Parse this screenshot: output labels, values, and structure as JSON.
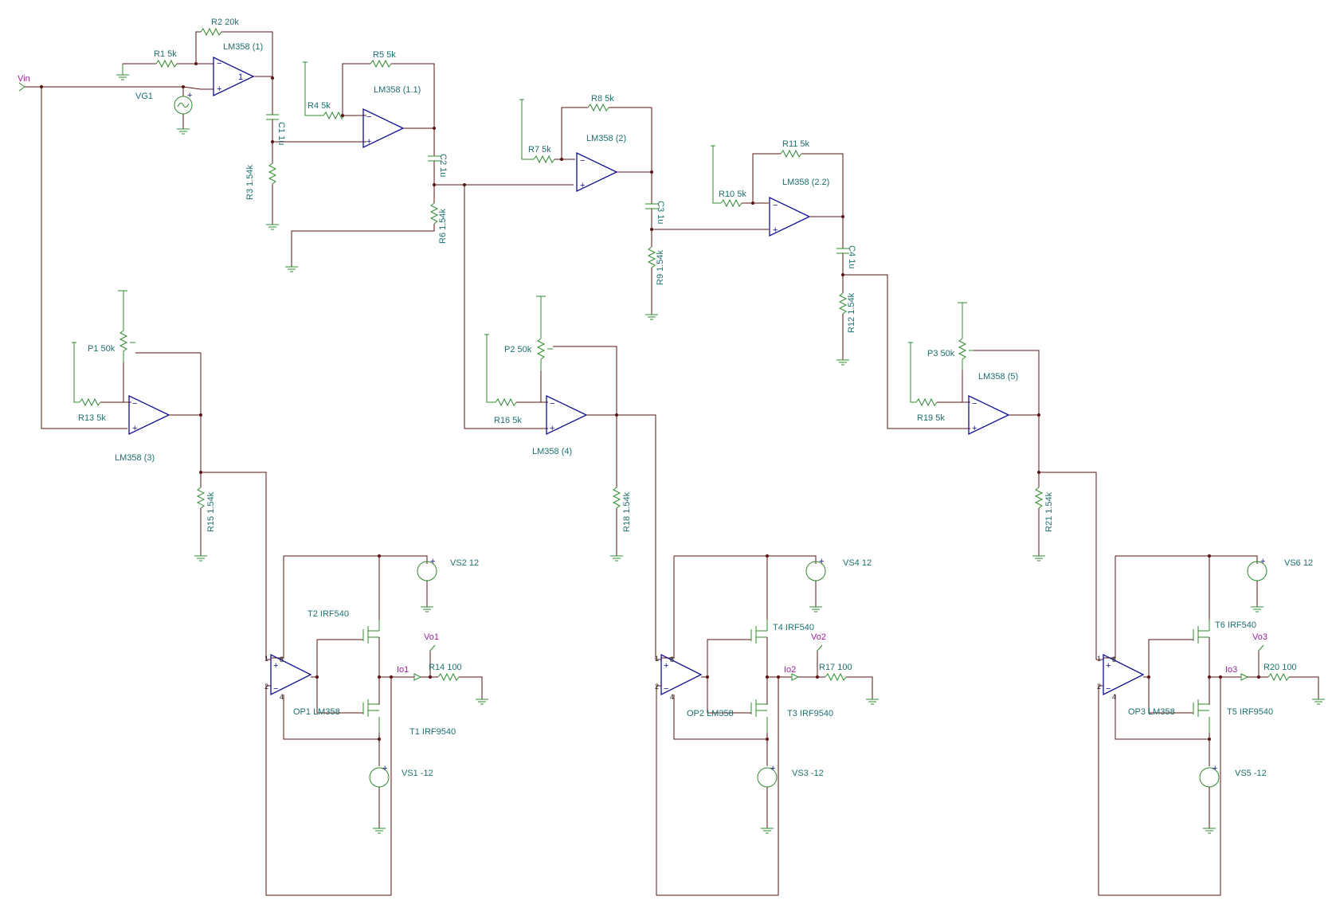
{
  "colors": {
    "wire": "#5a1414",
    "component": "#2e8b2e",
    "opamp": "#101090",
    "label": "#1f6f6f",
    "net": "#a020a0"
  },
  "nets": {
    "vin": "Vin",
    "vo1": "Vo1",
    "vo2": "Vo2",
    "vo3": "Vo3",
    "io1": "Io1",
    "io2": "Io2",
    "io3": "Io3"
  },
  "labels": {
    "r1": "R1 5k",
    "r2": "R2 20k",
    "u1": "LM358 (1)",
    "vg1": "VG1",
    "r4": "R4 5k",
    "r5": "R5 5k",
    "u11": "LM358 (1.1)",
    "c1": "C1 1u",
    "r3": "R3 1.54k",
    "c2": "C2 1u",
    "r6": "R6 1.54k",
    "r7": "R7 5k",
    "r8": "R8 5k",
    "u2": "LM358 (2)",
    "c3": "C3 1u",
    "r9": "R9 1.54k",
    "r10": "R10 5k",
    "r11": "R11 5k",
    "u22": "LM358 (2.2)",
    "c4": "C4 1u",
    "r12": "R12 1.54k",
    "p1": "P1 50k",
    "r13": "R13 5k",
    "u3": "LM358 (3)",
    "r15": "R15 1.54k",
    "p2": "P2 50k",
    "r16": "R16 5k",
    "u4": "LM358 (4)",
    "r18": "R18 1.54k",
    "p3": "P3 50k",
    "r19": "R19 5k",
    "u5": "LM358 (5)",
    "r21": "R21 1.54k",
    "vs2": "VS2 12",
    "t2": "T2 IRF540",
    "r14": "R14 100",
    "op1": "OP1 LM358",
    "t1": "T1 IRF9540",
    "vs1": "VS1 -12",
    "vs4": "VS4 12",
    "t4": "T4 IRF540",
    "r17": "R17 100",
    "op2": "OP2 LM358",
    "t3": "T3 IRF9540",
    "vs3": "VS3 -12",
    "vs6": "VS6 12",
    "t6": "T6 IRF540",
    "r20": "R20 100",
    "op3": "OP3 LM358",
    "t5": "T5 IRF9540",
    "vs5": "VS5 -12"
  },
  "pins": {
    "plus": "+",
    "minus": "−",
    "p8": "8",
    "p4": "4",
    "p1": "1",
    "p2": "2"
  }
}
